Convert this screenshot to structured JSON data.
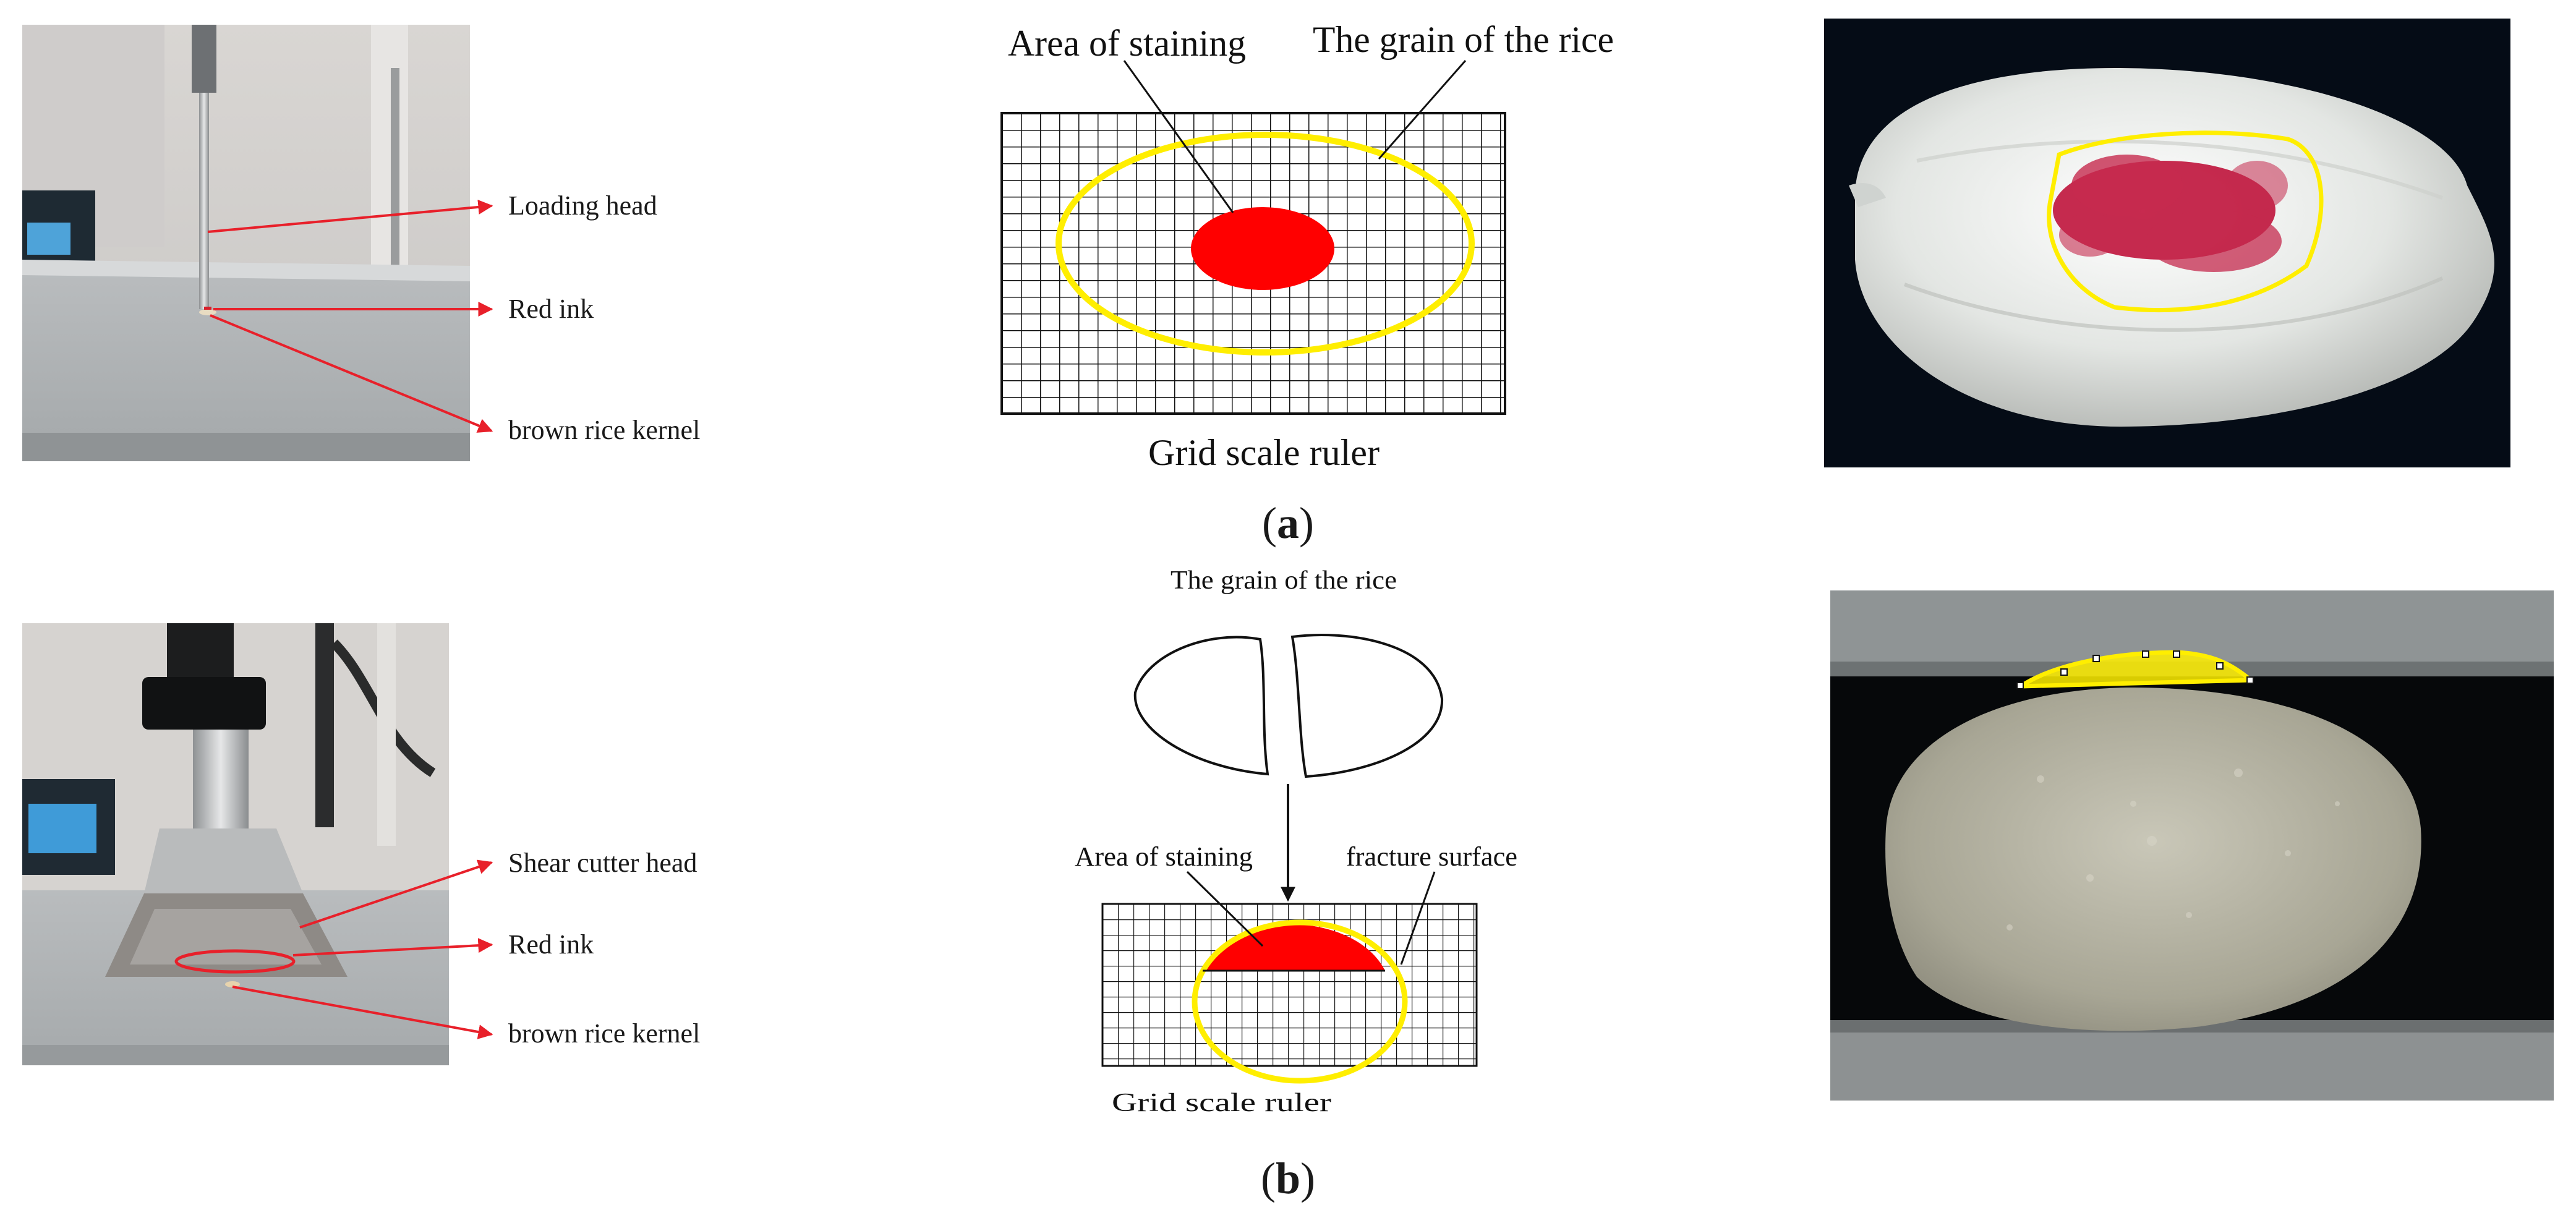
{
  "figure": {
    "panel_a": {
      "photo_labels": [
        "Loading head",
        "Red ink",
        "brown rice kernel"
      ],
      "diagram": {
        "label_staining": "Area of staining",
        "label_grain": "The grain of the rice",
        "label_ruler": "Grid scale ruler"
      },
      "caption_open": "(",
      "caption_letter": "a",
      "caption_close": ")"
    },
    "panel_b": {
      "photo_labels": [
        "Shear cutter head",
        "Red ink",
        "brown rice kernel"
      ],
      "diagram": {
        "label_grain": "The grain of the rice",
        "label_staining": "Area of staining",
        "label_fracture": "fracture surface",
        "label_ruler": "Grid scale ruler"
      },
      "caption_open": "(",
      "caption_letter": "b",
      "caption_close": ")"
    }
  },
  "colors": {
    "arrow": "#e8202a",
    "stain": "#ff0000",
    "outline": "#ffee00",
    "ink_dots": "#c0143c"
  }
}
